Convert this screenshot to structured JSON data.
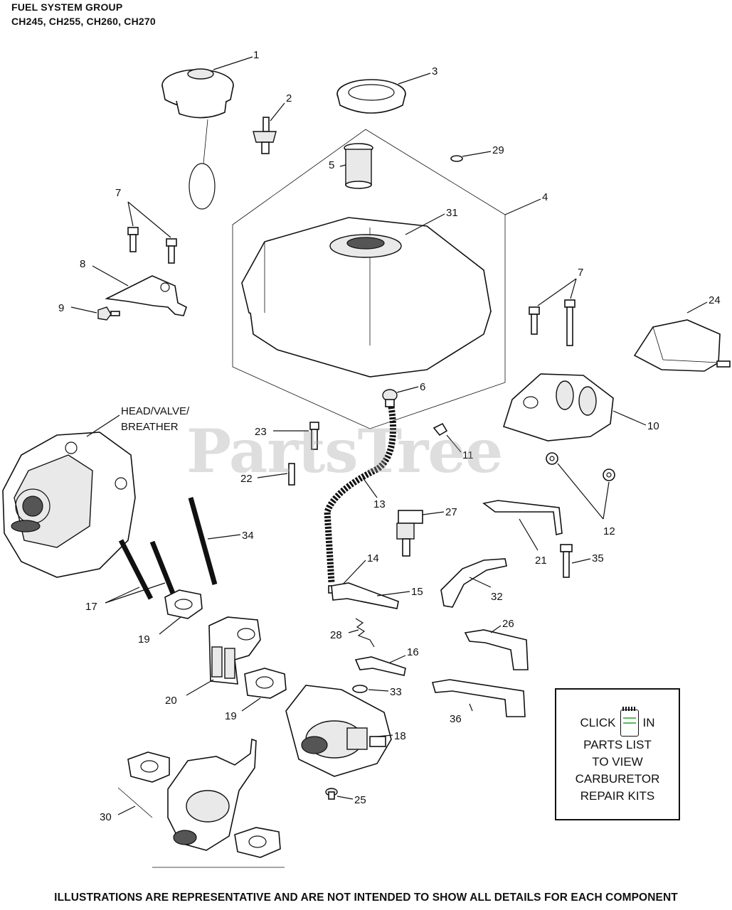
{
  "header": {
    "title": "FUEL SYSTEM GROUP",
    "models": "CH245, CH255, CH260, CH270"
  },
  "watermark": "PartsTree",
  "callouts": {
    "c1": "1",
    "c2": "2",
    "c3": "3",
    "c4": "4",
    "c5": "5",
    "c6": "6",
    "c7a": "7",
    "c7b": "7",
    "c8": "8",
    "c9": "9",
    "c10": "10",
    "c11": "11",
    "c12": "12",
    "c13": "13",
    "c14": "14",
    "c15": "15",
    "c16": "16",
    "c17": "17",
    "c18": "18",
    "c19a": "19",
    "c19b": "19",
    "c20": "20",
    "c21": "21",
    "c22": "22",
    "c23": "23",
    "c24": "24",
    "c25": "25",
    "c26": "26",
    "c27": "27",
    "c28": "28",
    "c29": "29",
    "c30": "30",
    "c31": "31",
    "c32": "32",
    "c33": "33",
    "c34": "34",
    "c35": "35",
    "c36": "36"
  },
  "head_label": {
    "line1": "HEAD/VALVE/",
    "line2": "BREATHER"
  },
  "repair_box": {
    "click": "CLICK",
    "in": "IN",
    "line2": "PARTS LIST",
    "line3": "TO VIEW",
    "line4": "CARBURETOR",
    "line5": "REPAIR KITS"
  },
  "footer": "ILLUSTRATIONS ARE REPRESENTATIVE AND ARE NOT INTENDED TO SHOW ALL DETAILS FOR EACH COMPONENT",
  "icons": {
    "repair_kit_icon": "notebook-icon"
  }
}
